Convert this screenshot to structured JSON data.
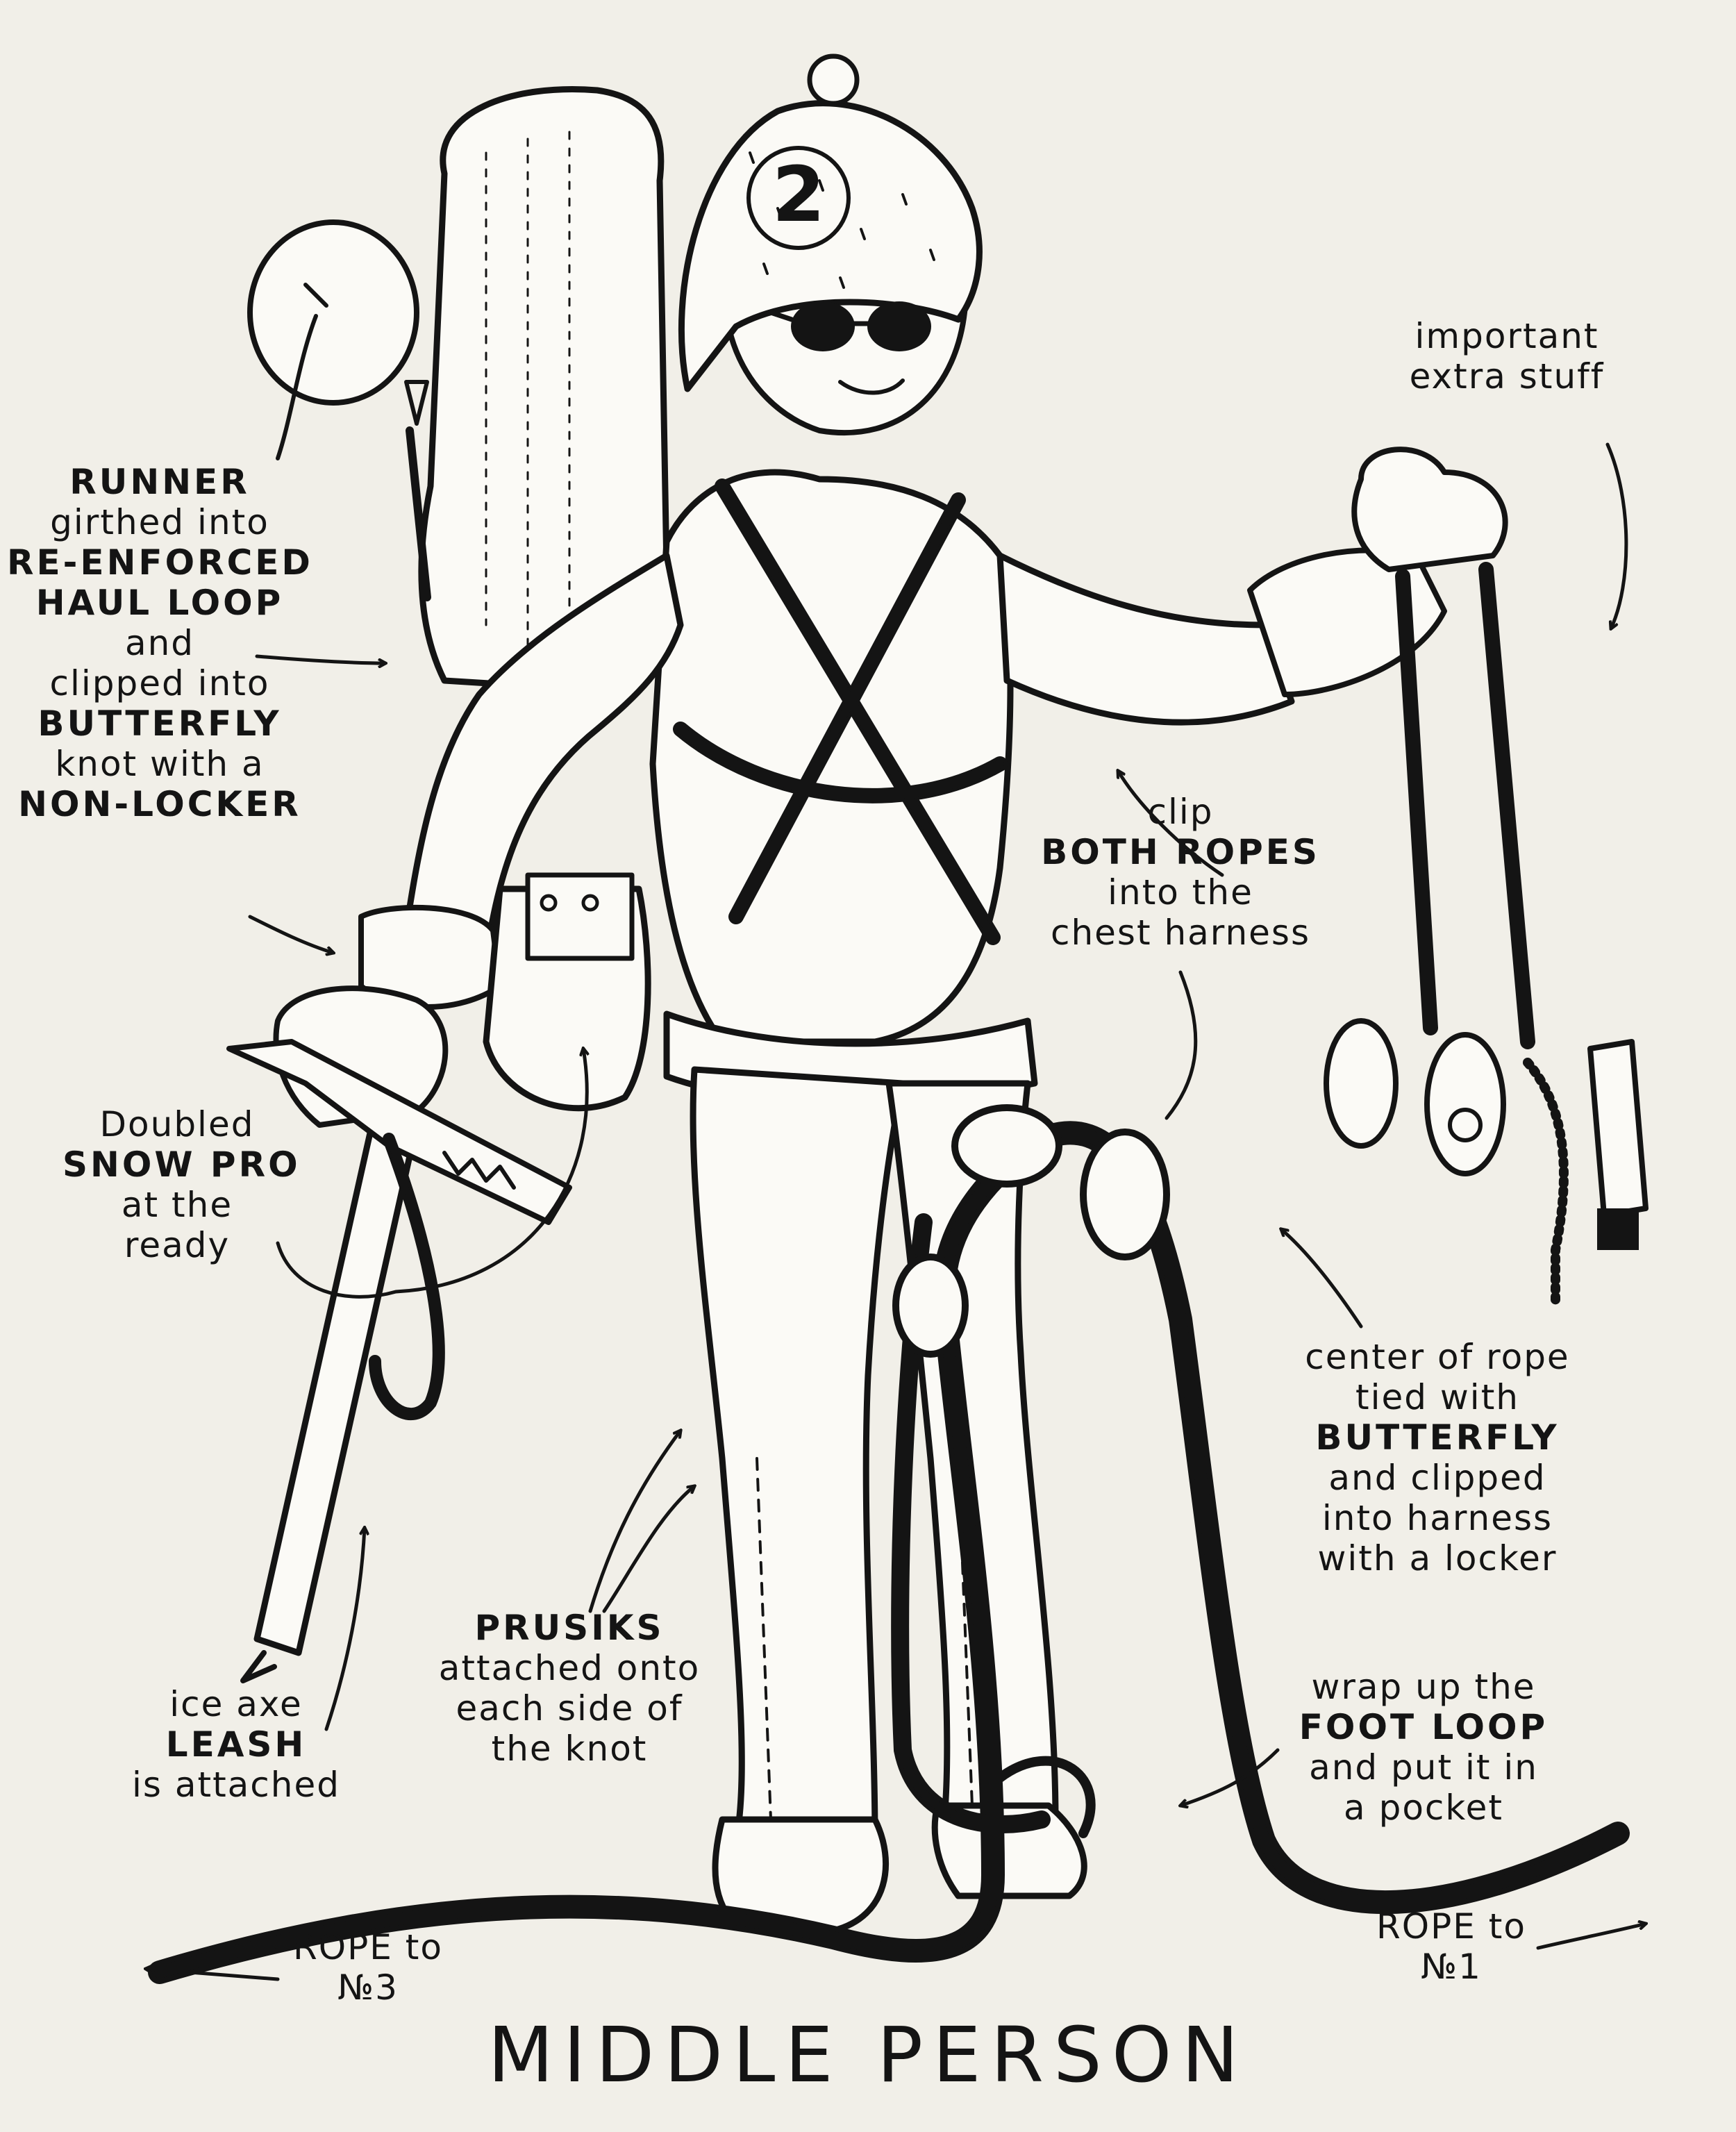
{
  "title": "MIDDLE PERSON",
  "annotations": {
    "runner": [
      "RUNNER",
      "girthed into",
      "RE-ENFORCED",
      "HAUL LOOP",
      "and",
      "clipped into",
      "BUTTERFLY",
      "knot with a",
      "NON-LOCKER"
    ],
    "extra_stuff": [
      "important",
      "extra stuff"
    ],
    "clip_ropes": [
      "clip",
      "BOTH ROPES",
      "into the",
      "chest harness"
    ],
    "snow_pro": [
      "Doubled",
      "SNOW PRO",
      "at the",
      "ready"
    ],
    "center_rope": [
      "center of rope",
      "tied with",
      "BUTTERFLY",
      "and clipped",
      "into harness",
      "with a locker"
    ],
    "leash": [
      "ice axe",
      "LEASH",
      "is attached"
    ],
    "prusiks": [
      "PRUSIKS",
      "attached onto",
      "each side of",
      "the knot"
    ],
    "foot_loop": [
      "wrap up the",
      "FOOT LOOP",
      "and put it in",
      "a pocket"
    ],
    "rope_to_3": [
      "ROPE to",
      "№3"
    ],
    "rope_to_1": [
      "ROPE to",
      "№1"
    ]
  },
  "hat_number": "2"
}
